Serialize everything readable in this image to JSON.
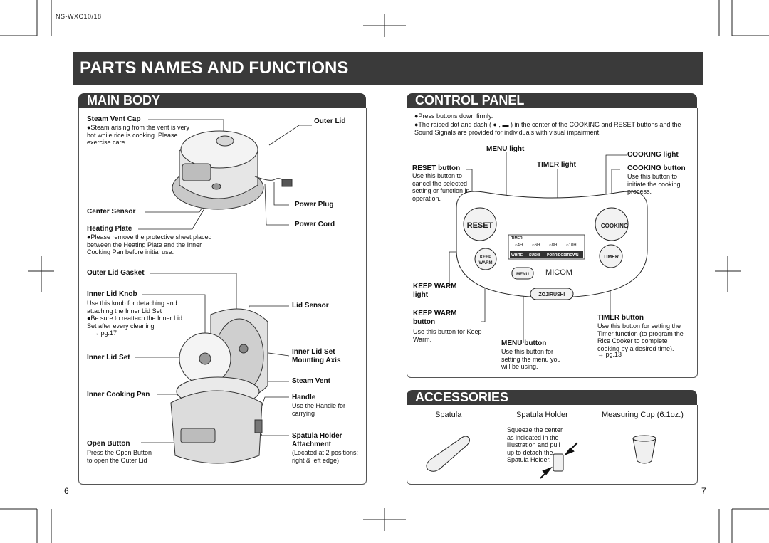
{
  "header_code": "NS-WXC10/18",
  "page_title": "PARTS NAMES AND FUNCTIONS",
  "main_body": {
    "heading": "MAIN BODY",
    "steam_vent_cap": {
      "label": "Steam Vent Cap",
      "note": "●Steam arising from the vent is very hot while rice is cooking. Please exercise care."
    },
    "outer_lid": "Outer Lid",
    "power_plug": "Power Plug",
    "center_sensor": "Center Sensor",
    "heating_plate": {
      "label": "Heating Plate",
      "note": "●Please remove the protective sheet placed between the Heating Plate and the Inner Cooking Pan before initial use."
    },
    "power_cord": "Power Cord",
    "outer_lid_gasket": "Outer Lid Gasket",
    "inner_lid_knob": {
      "label": "Inner Lid Knob",
      "note": "Use this knob for detaching and attaching the Inner Lid Set",
      "bullet": "●Be sure to reattach the Inner Lid Set after every cleaning",
      "ref": "→ pg.17"
    },
    "lid_sensor": "Lid Sensor",
    "inner_lid_set": "Inner Lid Set",
    "inner_lid_set_mounting_axis": {
      "line1": "Inner Lid Set",
      "line2": "Mounting Axis"
    },
    "steam_vent": "Steam Vent",
    "inner_cooking_pan": "Inner Cooking Pan",
    "handle": {
      "label": "Handle",
      "note": "Use the Handle for carrying"
    },
    "spatula_holder_attachment": {
      "line1": "Spatula Holder",
      "line2": "Attachment",
      "note": "(Located at 2 positions: right & left edge)"
    },
    "open_button": {
      "label": "Open Button",
      "note": "Press the Open Button to open the Outer Lid"
    }
  },
  "control_panel": {
    "heading": "CONTROL PANEL",
    "bullet1": "●Press buttons down firmly.",
    "bullet2": "●The raised dot and dash ( ● , ▬ ) in the center of the COOKING and RESET buttons and the Sound Signals are provided for individuals with visual impairment.",
    "menu_light": "MENU light",
    "cooking_light": "COOKING light",
    "reset_button": {
      "label": "RESET button",
      "note": "Use this button to cancel the selected setting or function in operation."
    },
    "timer_light": "TIMER light",
    "cooking_button": {
      "label": "COOKING button",
      "note": "Use this button to initiate the cooking process."
    },
    "keep_warm_light": {
      "line1": "KEEP WARM",
      "line2": "light"
    },
    "keep_warm_button": {
      "line1": "KEEP WARM",
      "line2": "button",
      "note": "Use this button for Keep Warm."
    },
    "menu_button": {
      "label": "MENU button",
      "note": "Use this button for setting the menu you will be using."
    },
    "timer_button": {
      "label": "TIMER button",
      "note": "Use this button for setting the Timer function (to program the Rice Cooker to complete cooking by a desired time).",
      "ref": "→ pg.13"
    },
    "panel_face": {
      "reset": "RESET",
      "cooking": "COOKING",
      "keep": "KEEP",
      "warm": "WARM",
      "timer_btn": "TIMER",
      "menu_btn": "MENU",
      "micom": "MICOM",
      "brand": "ZOJIRUSHI",
      "timer_caption": "TIMER",
      "timer_hours": [
        "4H",
        "6H",
        "8H",
        "10H"
      ],
      "menus": [
        "WHITE",
        "SUSHI",
        "PORRIDGE",
        "BROWN"
      ]
    }
  },
  "accessories": {
    "heading": "ACCESSORIES",
    "spatula": "Spatula",
    "spatula_holder": "Spatula Holder",
    "measuring_cup": "Measuring Cup (6.1oz.)",
    "holder_note": "Squeeze the center as indicated in the illustration and pull up to detach the Spatula Holder."
  },
  "page_left": "6",
  "page_right": "7"
}
